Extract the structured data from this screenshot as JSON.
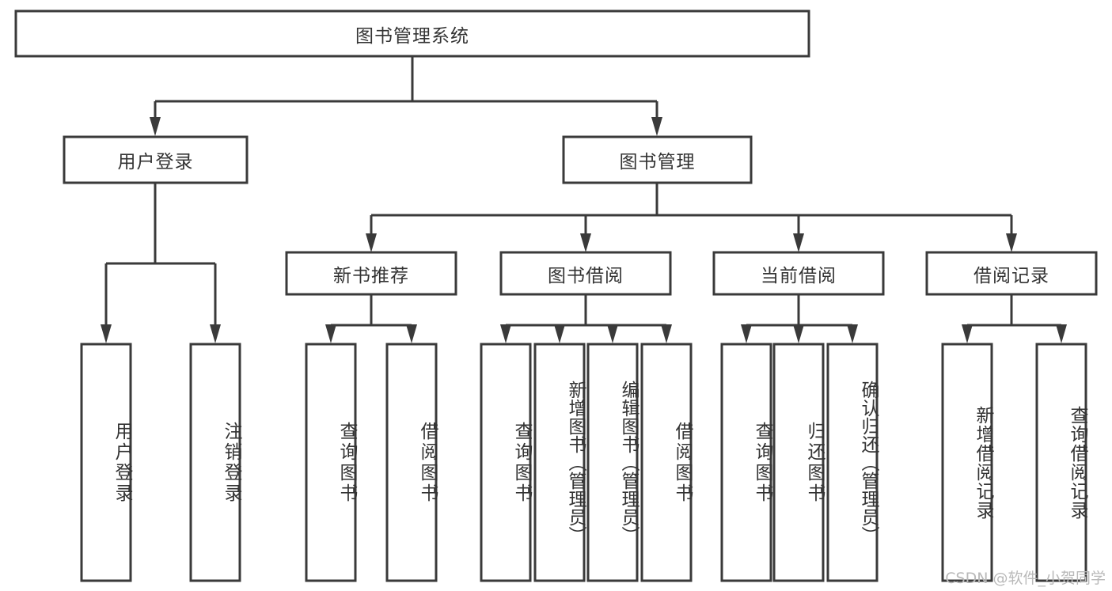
{
  "diagram": {
    "title": "图书管理系统",
    "type": "tree-hierarchy",
    "watermark": "CSDN @软件_小贺同学",
    "colors": {
      "stroke": "#3a3a3a",
      "fill": "#ffffff",
      "text": "#333333",
      "watermark": "#b9b9b9",
      "background": "#ffffff"
    },
    "root": {
      "label": "图书管理系统",
      "orientation": "horizontal"
    },
    "level1": [
      {
        "id": "user-login",
        "label": "用户登录",
        "orientation": "horizontal"
      },
      {
        "id": "book-management",
        "label": "图书管理",
        "orientation": "horizontal"
      }
    ],
    "level2": [
      {
        "id": "new-book-recommend",
        "label": "新书推荐",
        "orientation": "horizontal",
        "parent": "book-management"
      },
      {
        "id": "book-borrow",
        "label": "图书借阅",
        "orientation": "horizontal",
        "parent": "book-management"
      },
      {
        "id": "current-borrow",
        "label": "当前借阅",
        "orientation": "horizontal",
        "parent": "book-management"
      },
      {
        "id": "borrow-record",
        "label": "借阅记录",
        "orientation": "horizontal",
        "parent": "book-management"
      }
    ],
    "leaves": [
      {
        "id": "leaf-user-login",
        "label": "用户登录",
        "orientation": "vertical",
        "parent": "user-login"
      },
      {
        "id": "leaf-user-logout",
        "label": "注销登录",
        "orientation": "vertical",
        "parent": "user-login"
      },
      {
        "id": "leaf-query-book-1",
        "label": "查询图书",
        "orientation": "vertical",
        "parent": "new-book-recommend"
      },
      {
        "id": "leaf-borrow-book-1",
        "label": "借阅图书",
        "orientation": "vertical",
        "parent": "new-book-recommend"
      },
      {
        "id": "leaf-query-book-2",
        "label": "查询图书",
        "orientation": "vertical",
        "parent": "book-borrow"
      },
      {
        "id": "leaf-add-book",
        "label": "新增图书（管理员）",
        "orientation": "vertical",
        "parent": "book-borrow"
      },
      {
        "id": "leaf-edit-book",
        "label": "编辑图书（管理员）",
        "orientation": "vertical",
        "parent": "book-borrow"
      },
      {
        "id": "leaf-borrow-book-2",
        "label": "借阅图书",
        "orientation": "vertical",
        "parent": "book-borrow"
      },
      {
        "id": "leaf-query-book-3",
        "label": "查询图书",
        "orientation": "vertical",
        "parent": "current-borrow"
      },
      {
        "id": "leaf-return-book",
        "label": "归还图书",
        "orientation": "vertical",
        "parent": "current-borrow"
      },
      {
        "id": "leaf-confirm-return",
        "label": "确认归还（管理员）",
        "orientation": "vertical",
        "parent": "current-borrow"
      },
      {
        "id": "leaf-add-record",
        "label": "新增借阅记录",
        "orientation": "vertical",
        "parent": "borrow-record"
      },
      {
        "id": "leaf-query-record",
        "label": "查询借阅记录",
        "orientation": "vertical",
        "parent": "borrow-record"
      }
    ]
  }
}
